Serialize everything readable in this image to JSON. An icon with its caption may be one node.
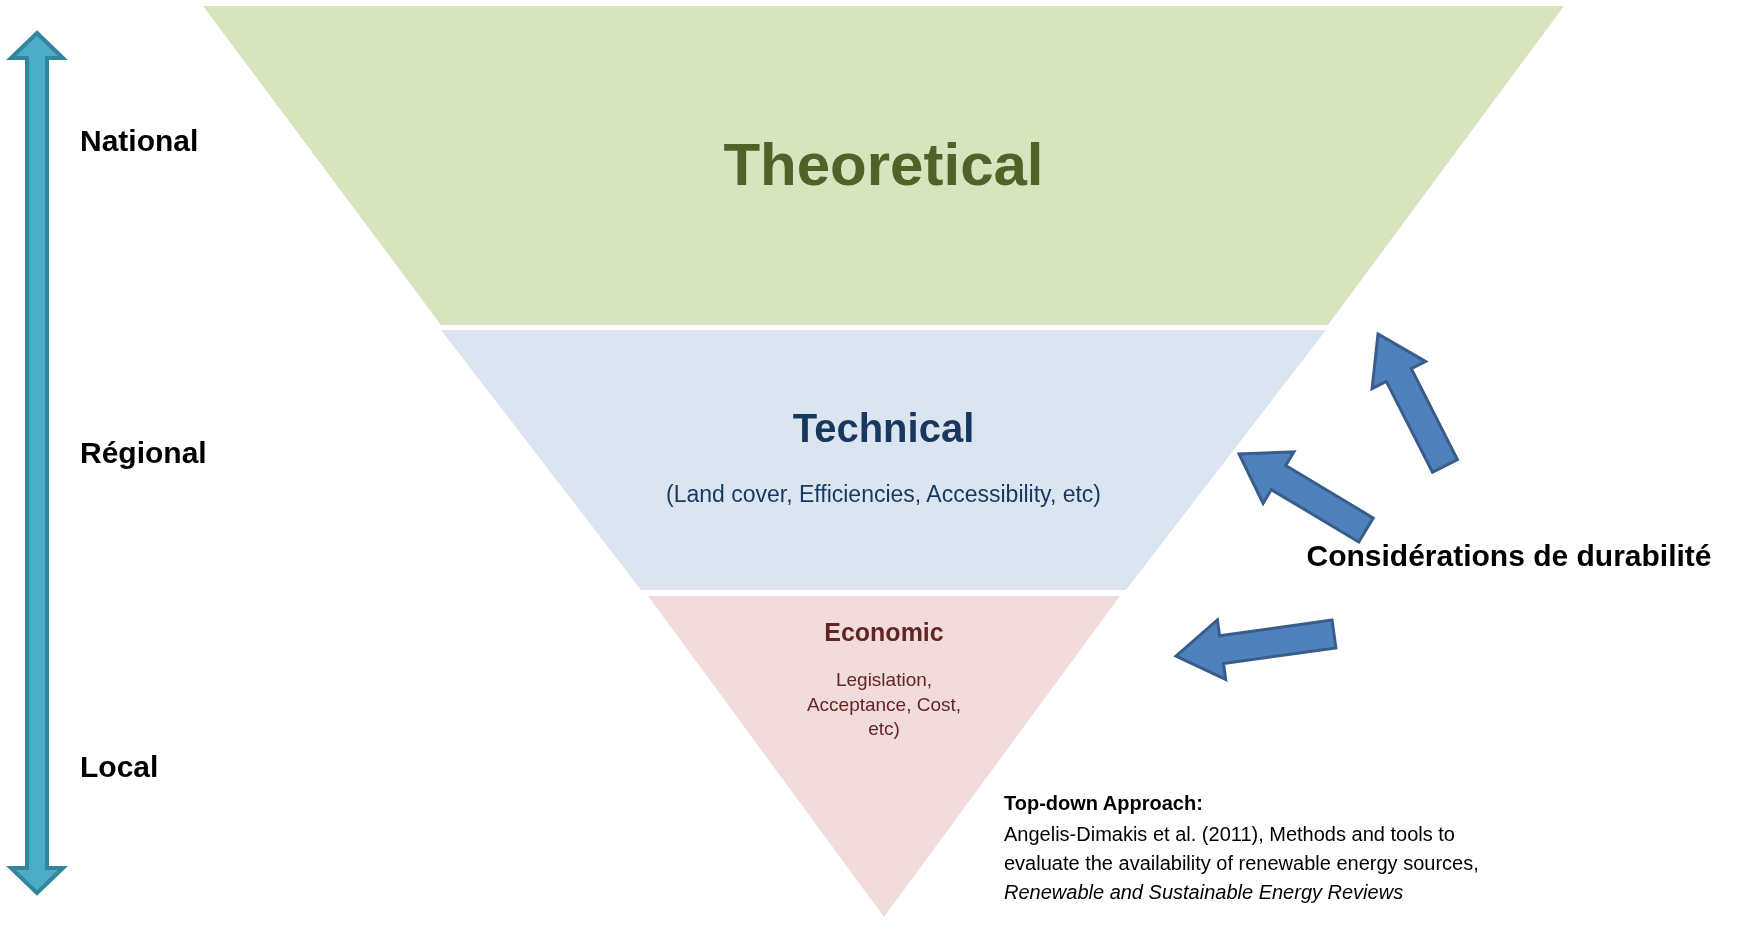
{
  "diagram": {
    "nodes": [
      {
        "text": [
          "Theoretical"
        ]
      },
      {
        "text": [
          "Technical",
          "(Land cover, Efficiencies, Accessibility, etc)"
        ]
      },
      {
        "text": [
          "Economic",
          "Legislation, Acceptance, Cost, etc)"
        ]
      },
      {
        "text": [
          "Considérations de durabilité"
        ]
      }
    ],
    "edges": [
      {
        "from": 3,
        "to": 0,
        "arrow": "to",
        "style": "thick"
      },
      {
        "from": 3,
        "to": 1,
        "arrow": "to",
        "style": "thick"
      },
      {
        "from": 3,
        "to": 2,
        "arrow": "to",
        "style": "thick"
      }
    ],
    "labels": [
      "National",
      "Régional",
      "Local",
      "Top-down Approach:",
      "Angelis-Dimakis et al. (2011), Methods and tools to evaluate the availability of renewable energy sources, *Renewable and Sustainable Energy Reviews*"
    ]
  }
}
